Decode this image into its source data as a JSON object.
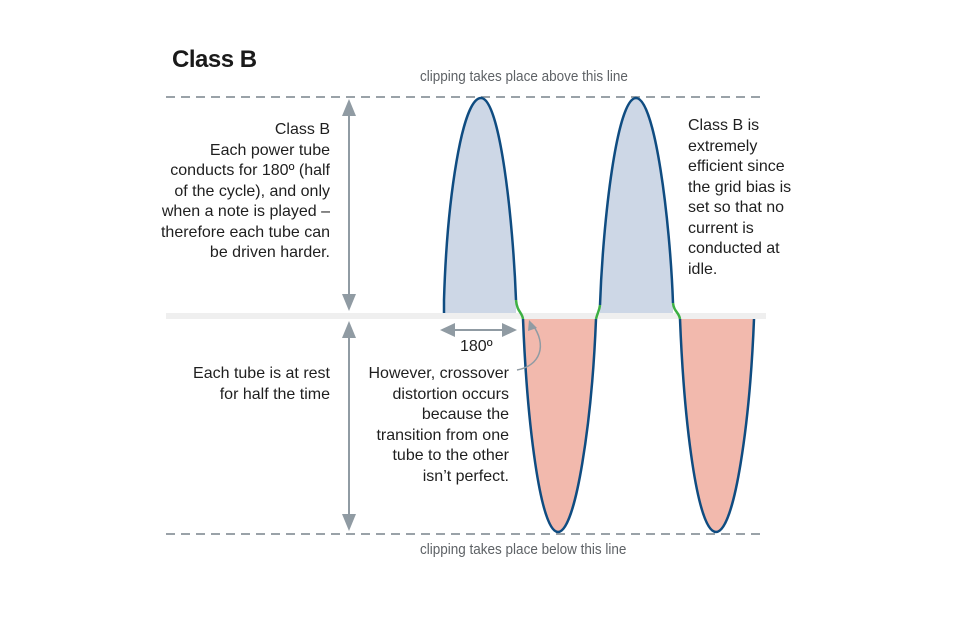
{
  "title": "Class B",
  "clip_top_label": "clipping takes place above this line",
  "clip_bottom_label": "clipping takes place below this line",
  "left_top_note": {
    "lines": [
      "Class B",
      "Each power tube",
      "conducts for 180º (half",
      "of the cycle), and only",
      "when a note is played –",
      "therefore each tube can",
      "be driven harder."
    ]
  },
  "left_bottom_note": {
    "lines": [
      "Each tube is at rest",
      "for half the time"
    ]
  },
  "angle_label": "180º",
  "crossover_note": {
    "lines": [
      "However, crossover",
      "distortion occurs",
      "because the",
      "transition from one",
      "tube to the other",
      "isn’t perfect."
    ]
  },
  "right_note": {
    "lines": [
      "Class B is",
      "extremely",
      "efficient since",
      "the grid bias is",
      "set so that no",
      "current is",
      "conducted at",
      "idle."
    ]
  },
  "colors": {
    "positive_fill": "#cdd7e6",
    "negative_fill": "#f2b9ad",
    "wave_stroke": "#0f4c81",
    "crossover_stroke": "#3db043",
    "arrow": "#909ba3",
    "dash": "#9aa2a8",
    "baseline": "#efefef"
  },
  "diagram": {
    "description": "Class B push-pull waveform: positive half-cycles (blue) conducted by one tube, negative half-cycles (red) by the other, with crossover distortion at zero crossings",
    "half_cycle_degrees": 180
  }
}
